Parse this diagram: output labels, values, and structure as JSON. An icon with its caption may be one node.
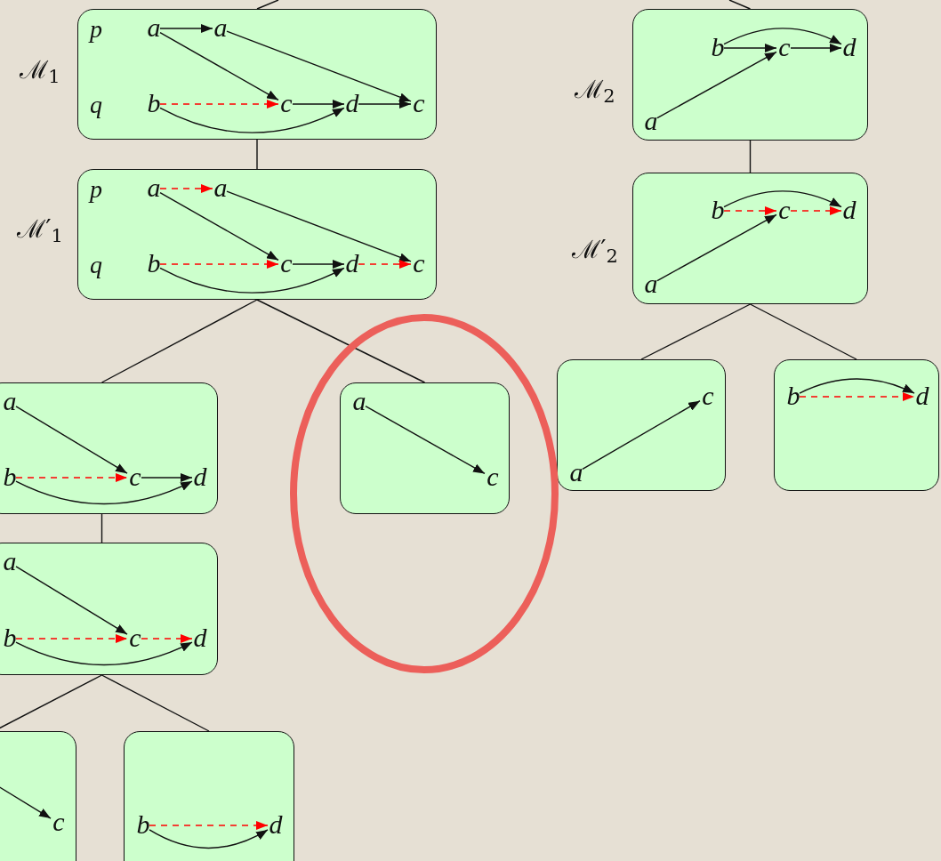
{
  "diagram": {
    "nodes": [
      {
        "text": [
          "ℳ$_{1}$",
          "p",
          "q"
        ]
      },
      {
        "text": [
          "a"
        ],
        "in": 0
      },
      {
        "text": [
          "a"
        ],
        "in": 0
      },
      {
        "text": [
          "b"
        ],
        "in": 0
      },
      {
        "text": [
          "c"
        ],
        "in": 0
      },
      {
        "text": [
          "d"
        ],
        "in": 0
      },
      {
        "text": [
          "c"
        ],
        "in": 0
      },
      {
        "text": [
          "ℳ$_{2}$"
        ]
      },
      {
        "text": [
          "b"
        ],
        "in": 7
      },
      {
        "text": [
          "c"
        ],
        "in": 7
      },
      {
        "text": [
          "d"
        ],
        "in": 7
      },
      {
        "text": [
          "a"
        ],
        "in": 7
      },
      {
        "text": [
          "ℳ′$_{1}$",
          "p",
          "q"
        ]
      },
      {
        "text": [
          "a"
        ],
        "in": 12
      },
      {
        "text": [
          "a"
        ],
        "in": 12
      },
      {
        "text": [
          "b"
        ],
        "in": 12
      },
      {
        "text": [
          "c"
        ],
        "in": 12
      },
      {
        "text": [
          "d"
        ],
        "in": 12
      },
      {
        "text": [
          "c"
        ],
        "in": 12
      },
      {
        "text": [
          "ℳ′$_{2}$"
        ]
      },
      {
        "text": [
          "b"
        ],
        "in": 19
      },
      {
        "text": [
          "c"
        ],
        "in": 19
      },
      {
        "text": [
          "d"
        ],
        "in": 19
      },
      {
        "text": [
          "a"
        ],
        "in": 19
      },
      {
        "text": [],
        "shape": "box"
      },
      {
        "text": [
          "c"
        ],
        "in": 24
      },
      {
        "text": [
          "a"
        ],
        "in": 24
      },
      {
        "text": [],
        "shape": "box"
      },
      {
        "text": [
          "b"
        ],
        "in": 27
      },
      {
        "text": [
          "d"
        ],
        "in": 27
      },
      {
        "text": [],
        "shape": "box"
      },
      {
        "text": [
          "a"
        ],
        "in": 30
      },
      {
        "text": [
          "b"
        ],
        "in": 30
      },
      {
        "text": [
          "c"
        ],
        "in": 30
      },
      {
        "text": [
          "d"
        ],
        "in": 30
      },
      {
        "text": [],
        "shape": "box"
      },
      {
        "text": [
          "a"
        ],
        "in": 35
      },
      {
        "text": [
          "c"
        ],
        "in": 35
      },
      {
        "text": [],
        "shape": "box"
      },
      {
        "text": [
          "a"
        ],
        "in": 38
      },
      {
        "text": [
          "b"
        ],
        "in": 38
      },
      {
        "text": [
          "c"
        ],
        "in": 38
      },
      {
        "text": [
          "d"
        ],
        "in": 38
      },
      {
        "text": [],
        "shape": "box"
      },
      {
        "text": [
          "c"
        ],
        "in": 43
      },
      {
        "text": [],
        "shape": "box"
      },
      {
        "text": [
          "b"
        ],
        "in": 45
      },
      {
        "text": [
          "d"
        ],
        "in": 45
      }
    ],
    "edges": [
      {
        "from": null,
        "to": 0,
        "arrow": "none"
      },
      {
        "from": null,
        "to": 7,
        "arrow": "none"
      },
      {
        "from": 0,
        "to": 12,
        "arrow": "none"
      },
      {
        "from": 7,
        "to": 19,
        "arrow": "none"
      },
      {
        "from": 12,
        "to": 30,
        "arrow": "none"
      },
      {
        "from": 12,
        "to": 35,
        "arrow": "none"
      },
      {
        "from": 19,
        "to": 24,
        "arrow": "none"
      },
      {
        "from": 19,
        "to": 27,
        "arrow": "none"
      },
      {
        "from": 30,
        "to": 38,
        "arrow": "none"
      },
      {
        "from": 38,
        "to": 43,
        "arrow": "none"
      },
      {
        "from": 38,
        "to": 45,
        "arrow": "none"
      },
      {
        "from": 1,
        "to": 2,
        "arrow": "to"
      },
      {
        "from": 1,
        "to": 4,
        "arrow": "to"
      },
      {
        "from": 2,
        "to": 6,
        "arrow": "to"
      },
      {
        "from": 3,
        "to": 4,
        "arrow": "to",
        "style": "dashed",
        "color": "#ff0000"
      },
      {
        "from": 4,
        "to": 5,
        "arrow": "to"
      },
      {
        "from": 5,
        "to": 6,
        "arrow": "to"
      },
      {
        "from": 3,
        "to": 5,
        "arrow": "to"
      },
      {
        "from": 8,
        "to": 9,
        "arrow": "to"
      },
      {
        "from": 9,
        "to": 10,
        "arrow": "to"
      },
      {
        "from": 8,
        "to": 10,
        "arrow": "to"
      },
      {
        "from": 11,
        "to": 9,
        "arrow": "to"
      },
      {
        "from": 13,
        "to": 14,
        "arrow": "to",
        "style": "dashed",
        "color": "#ff0000"
      },
      {
        "from": 13,
        "to": 16,
        "arrow": "to"
      },
      {
        "from": 14,
        "to": 18,
        "arrow": "to"
      },
      {
        "from": 15,
        "to": 16,
        "arrow": "to",
        "style": "dashed",
        "color": "#ff0000"
      },
      {
        "from": 16,
        "to": 17,
        "arrow": "to"
      },
      {
        "from": 17,
        "to": 18,
        "arrow": "to",
        "style": "dashed",
        "color": "#ff0000"
      },
      {
        "from": 15,
        "to": 17,
        "arrow": "to"
      },
      {
        "from": 20,
        "to": 21,
        "arrow": "to",
        "style": "dashed",
        "color": "#ff0000"
      },
      {
        "from": 21,
        "to": 22,
        "arrow": "to",
        "style": "dashed",
        "color": "#ff0000"
      },
      {
        "from": 20,
        "to": 22,
        "arrow": "to"
      },
      {
        "from": 23,
        "to": 21,
        "arrow": "to"
      },
      {
        "from": 26,
        "to": 25,
        "arrow": "to"
      },
      {
        "from": 28,
        "to": 29,
        "arrow": "to",
        "style": "dashed",
        "color": "#ff0000"
      },
      {
        "from": 28,
        "to": 29,
        "arrow": "to"
      },
      {
        "from": 31,
        "to": 33,
        "arrow": "to"
      },
      {
        "from": 32,
        "to": 33,
        "arrow": "to",
        "style": "dashed",
        "color": "#ff0000"
      },
      {
        "from": 33,
        "to": 34,
        "arrow": "to"
      },
      {
        "from": 32,
        "to": 34,
        "arrow": "to"
      },
      {
        "from": 36,
        "to": 37,
        "arrow": "to"
      },
      {
        "from": 39,
        "to": 41,
        "arrow": "to"
      },
      {
        "from": 40,
        "to": 41,
        "arrow": "to",
        "style": "dashed",
        "color": "#ff0000"
      },
      {
        "from": 41,
        "to": 42,
        "arrow": "to",
        "style": "dashed",
        "color": "#ff0000"
      },
      {
        "from": 40,
        "to": 42,
        "arrow": "to"
      },
      {
        "from": null,
        "to": 44,
        "arrow": "to"
      },
      {
        "from": 46,
        "to": 47,
        "arrow": "to",
        "style": "dashed",
        "color": "#ff0000"
      },
      {
        "from": 46,
        "to": 47,
        "arrow": "to"
      }
    ]
  }
}
